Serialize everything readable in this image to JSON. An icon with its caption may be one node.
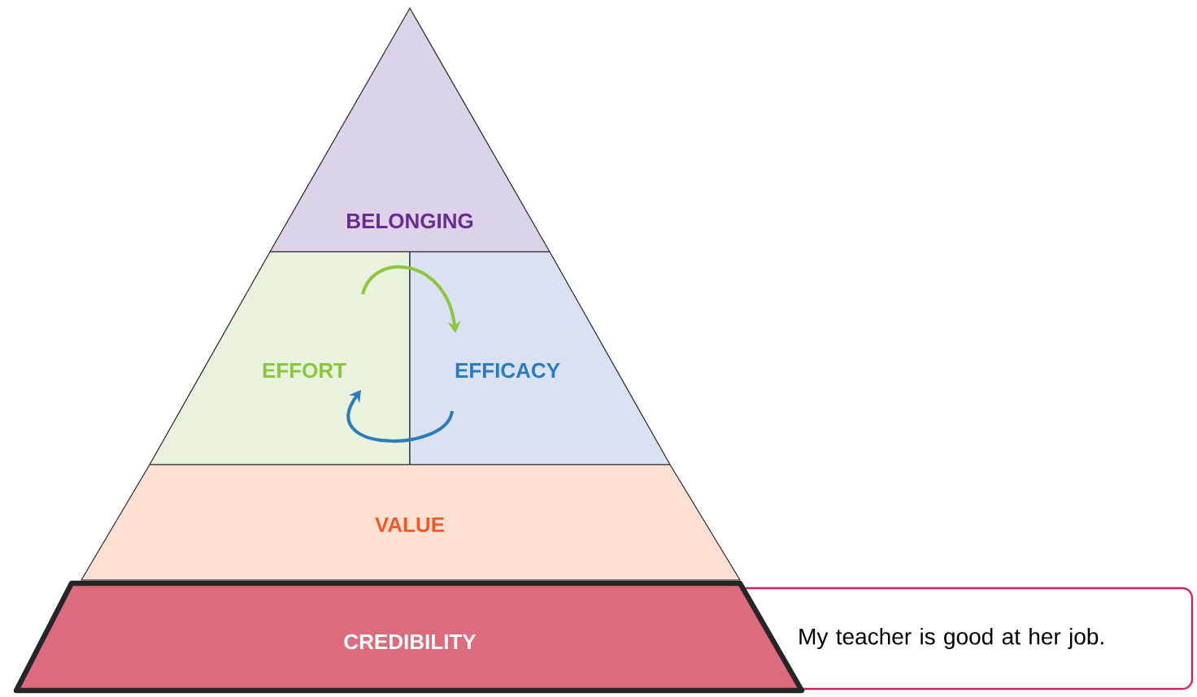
{
  "diagram": {
    "nodes": [
      {
        "text": [
          "BELONGING"
        ]
      },
      {
        "text": [
          "EFFORT"
        ]
      },
      {
        "text": [
          "EFFICACY"
        ]
      },
      {
        "text": [
          "VALUE"
        ]
      },
      {
        "text": [
          "CREDIBILITY"
        ]
      },
      {
        "text": [
          "My teacher is good at her job."
        ]
      }
    ],
    "edges": [
      {
        "from": 1,
        "to": 2,
        "arrow": "to",
        "color": "#8cc63f"
      },
      {
        "from": 2,
        "to": 1,
        "arrow": "to",
        "color": "#2b7bbf"
      }
    ]
  }
}
